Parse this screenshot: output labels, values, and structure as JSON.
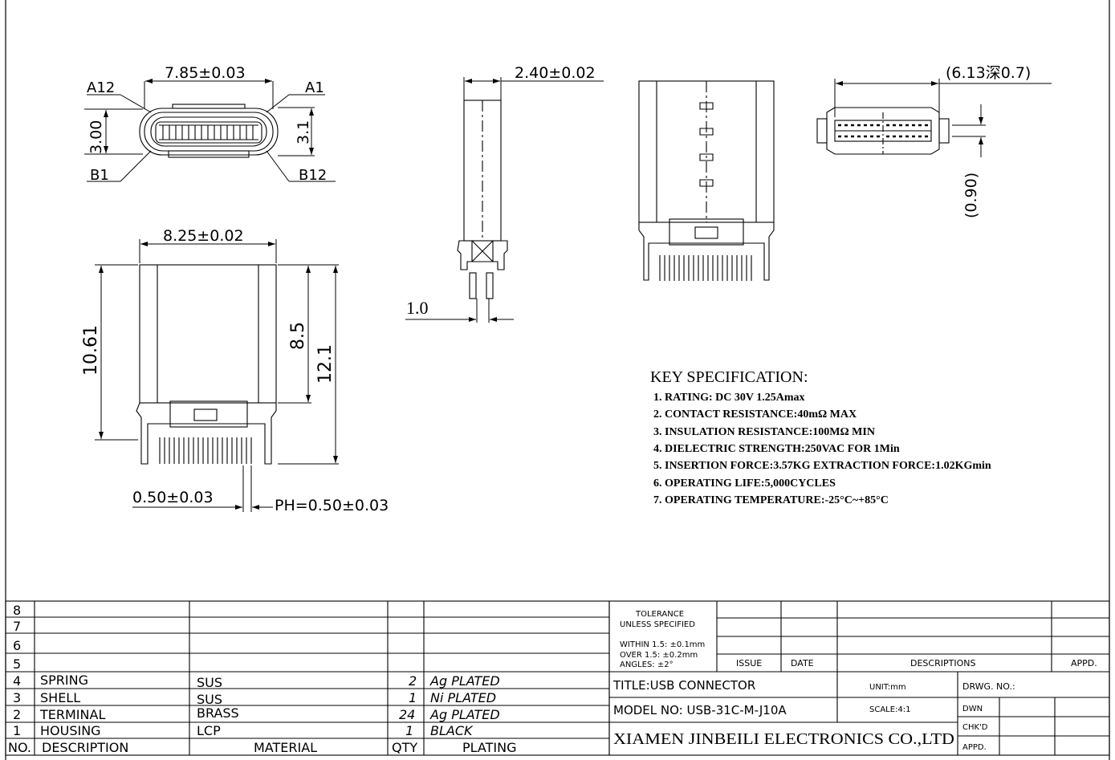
{
  "dimensions": {
    "front_width": "7.85±0.03",
    "pin_a12": "A12",
    "pin_a1": "A1",
    "pin_b1": "B1",
    "pin_b12": "B12",
    "front_height_left": "3.00",
    "front_height_right": "3.1",
    "side_thickness": "2.40±0.02",
    "side_pin": "1.0",
    "top_width": "8.25±0.02",
    "top_length": "10.61",
    "top_inner": "8.5",
    "top_total": "12.1",
    "pin_width": "0.50±0.03",
    "pitch": "PH=0.50±0.03",
    "pcb_cutout": "(6.13深0.7)",
    "pcb_gap": "(0.90)"
  },
  "spec": {
    "title": "KEY SPECIFICATION:",
    "lines": [
      "1. RATING: DC 30V 1.25Amax",
      "2. CONTACT RESISTANCE:40mΩ MAX",
      "3. INSULATION RESISTANCE:100MΩ MIN",
      "4. DIELECTRIC STRENGTH:250VAC FOR 1Min",
      "5. INSERTION FORCE:3.57KG EXTRACTION FORCE:1.02KGmin",
      "6. OPERATING LIFE:5,000CYCLES",
      "7. OPERATING TEMPERATURE:-25°C~+85°C"
    ]
  },
  "bom": {
    "rows": [
      {
        "no": "8",
        "desc": "",
        "material": "",
        "qty": "",
        "plating": ""
      },
      {
        "no": "7",
        "desc": "",
        "material": "",
        "qty": "",
        "plating": ""
      },
      {
        "no": "6",
        "desc": "",
        "material": "",
        "qty": "",
        "plating": ""
      },
      {
        "no": "5",
        "desc": "",
        "material": "",
        "qty": "",
        "plating": ""
      },
      {
        "no": "4",
        "desc": "SPRING",
        "material": "SUS",
        "qty": "2",
        "plating": "Ag PLATED"
      },
      {
        "no": "3",
        "desc": "SHELL",
        "material": "SUS",
        "qty": "1",
        "plating": "Ni PLATED"
      },
      {
        "no": "2",
        "desc": "TERMINAL",
        "material": "BRASS",
        "qty": "24",
        "plating": "Ag PLATED"
      },
      {
        "no": "1",
        "desc": "HOUSING",
        "material": "LCP",
        "qty": "1",
        "plating": "BLACK"
      }
    ],
    "header": {
      "no": "NO.",
      "desc": "DESCRIPTION",
      "material": "MATERIAL",
      "qty": "QTY",
      "plating": "PLATING"
    }
  },
  "title_block": {
    "tolerance_line1": "TOLERANCE",
    "tolerance_line2": "UNLESS SPECIFIED",
    "within": "WITHIN 1.5: ±0.1mm",
    "over": "OVER 1.5:  ±0.2mm",
    "angles": "ANGLES: ±2°",
    "issue": "ISSUE",
    "date": "DATE",
    "descriptions": "DESCRIPTIONS",
    "appd_rev": "APPD.",
    "title": "TITLE:USB CONNECTOR",
    "unit": "UNIT:mm",
    "drwg_no": "DRWG. NO.:",
    "model": "MODEL NO: USB-31C-M-J10A",
    "scale": "SCALE:4:1",
    "dwn": "DWN",
    "chkd": "CHK'D",
    "appd": "APPD.",
    "company": "XIAMEN JINBEILI ELECTRONICS CO.,LTD"
  }
}
